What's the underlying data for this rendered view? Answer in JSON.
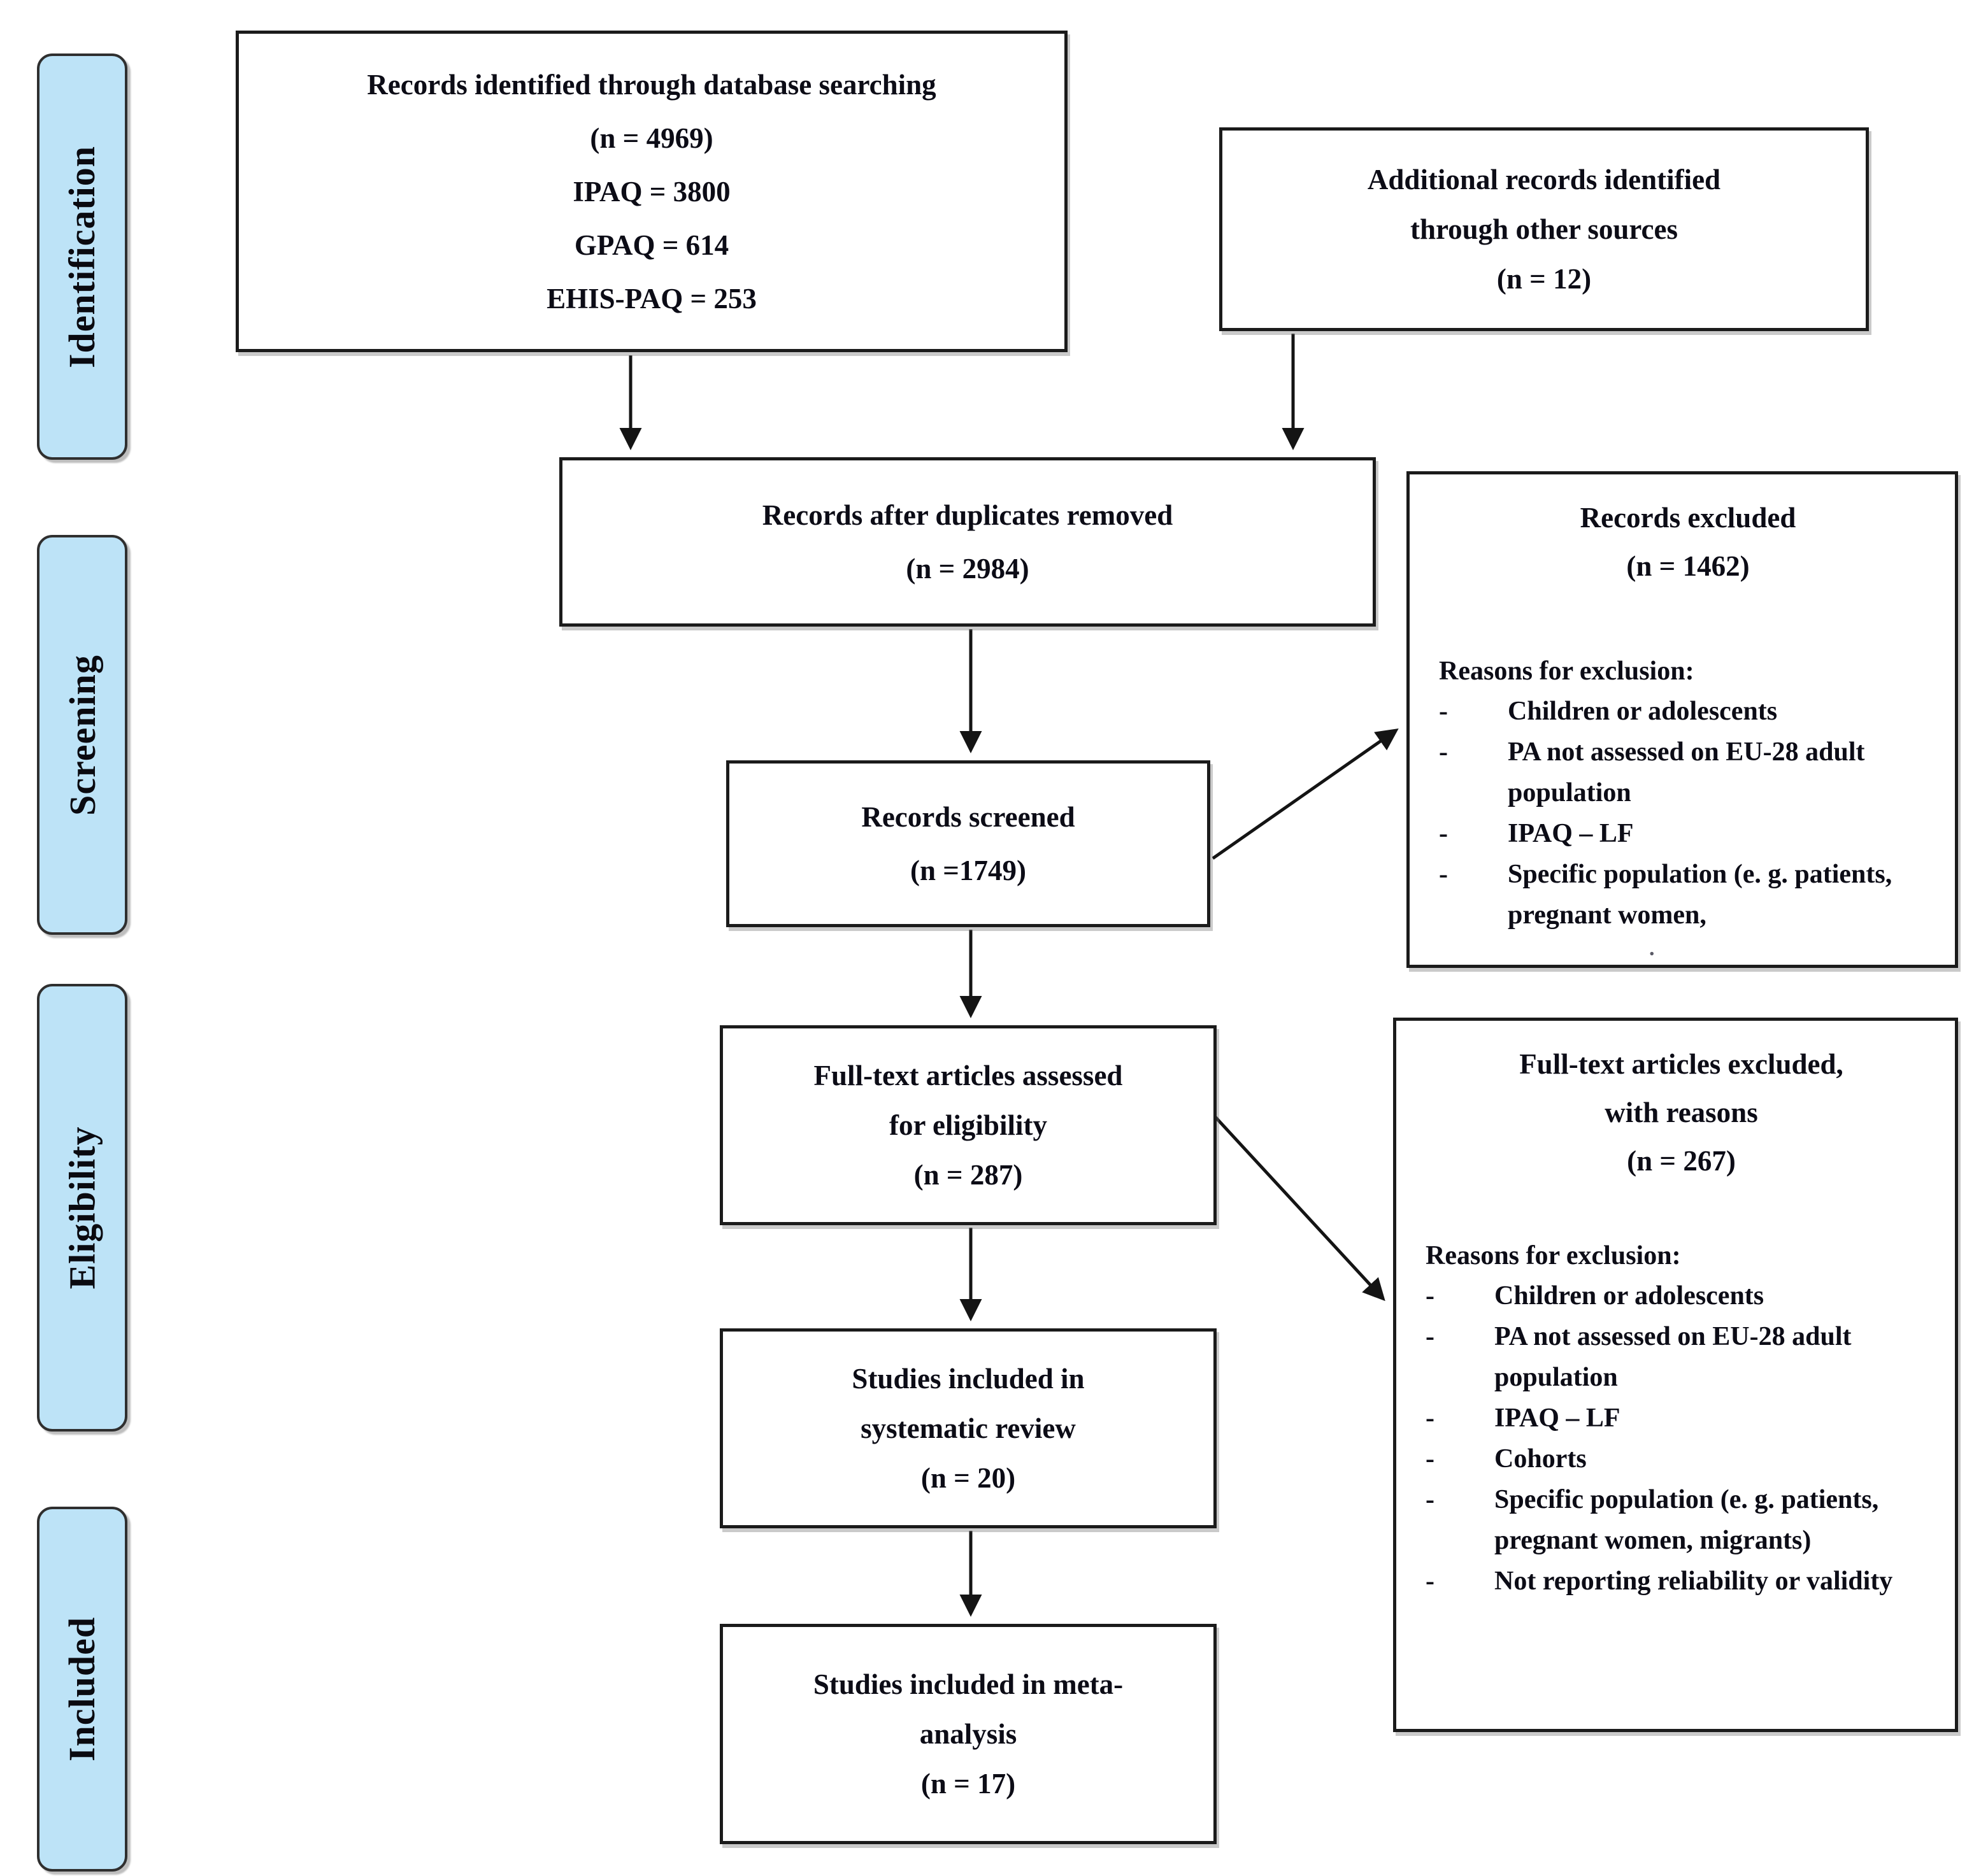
{
  "diagram": {
    "bullet_char": "-",
    "colors": {
      "stage_fill": "#bde3f7",
      "stage_border": "#2f2f2f",
      "box_border": "#1b1b1b",
      "text": "#0c0c16",
      "arrow": "#141414"
    },
    "stages": [
      {
        "label": "Identification"
      },
      {
        "label": "Screening"
      },
      {
        "label": "Eligibility"
      },
      {
        "label": "Included"
      }
    ],
    "boxes": {
      "identified": {
        "lines": [
          "Records identified through database searching",
          "(n = 4969)",
          "IPAQ = 3800",
          "GPAQ = 614",
          "EHIS-PAQ = 253"
        ]
      },
      "additional": {
        "lines": [
          "Additional records identified",
          "through other sources",
          "(n = 12)"
        ]
      },
      "duplicates": {
        "lines": [
          "Records after duplicates removed",
          "(n = 2984)"
        ]
      },
      "screened": {
        "lines": [
          "Records screened",
          "(n =1749)"
        ]
      },
      "excluded_records": {
        "title_lines": [
          "Records excluded",
          "(n = 1462)"
        ],
        "reasons_label": "Reasons for exclusion:",
        "reasons": [
          "Children or adolescents",
          "PA not assessed on EU-28 adult population",
          "IPAQ – LF",
          "Specific population (e. g. patients, pregnant women,"
        ],
        "trailing_mark": "."
      },
      "assessed": {
        "lines": [
          "Full-text articles assessed",
          "for eligibility",
          "(n = 287)"
        ]
      },
      "excluded_fulltext": {
        "title_lines": [
          "Full-text articles excluded,",
          "with reasons",
          "(n = 267)"
        ],
        "reasons_label": "Reasons for exclusion:",
        "reasons": [
          "Children or adolescents",
          "PA not assessed on EU-28 adult population",
          "IPAQ – LF",
          "Cohorts",
          "Specific population (e. g. patients, pregnant women, migrants)",
          "Not reporting reliability or validity"
        ]
      },
      "systematic": {
        "lines": [
          "Studies included in",
          "systematic review",
          "(n = 20)"
        ]
      },
      "meta": {
        "lines": [
          "Studies included in meta-",
          "analysis",
          "(n = 17)"
        ]
      }
    }
  }
}
